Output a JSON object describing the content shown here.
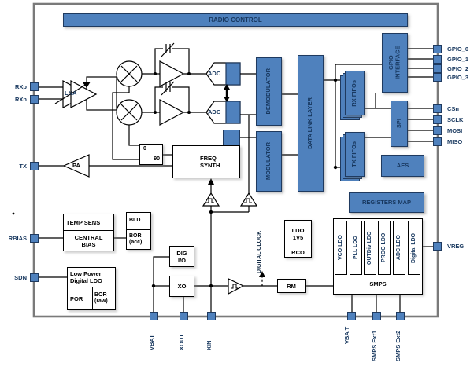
{
  "diagram": {
    "banner": "RADIO CONTROL",
    "radio": {
      "lna": "LNA",
      "pa": "PA",
      "adc1": "ADC",
      "adc2": "ADC",
      "phase_0": "0",
      "phase_90": "90",
      "freq_synth": "FREQ SYNTH",
      "demodulator": "DEMODULATOR",
      "modulator": "MODULATOR"
    },
    "digital": {
      "data_link_layer": "DATA LINK LAYER",
      "rx_fifos": "RX FIFOs",
      "tx_fifos": "TX FIFOs",
      "gpio_interface": "GPIO INTERFACE",
      "spi": "SPI",
      "aes": "AES",
      "registers_map": "REGISTERS MAP",
      "digital_clock": "DIGITAL CLOCK"
    },
    "power": {
      "smps": "SMPS",
      "ldos": [
        "VCO LDO",
        "PLL LDO",
        "OUTDiv LDO",
        "PROG LDO",
        "ADC LDO",
        "Digital LDO"
      ],
      "ldo_1v5": "LDO 1V5",
      "rco": "RCO",
      "rm": "RM",
      "xo": "XO",
      "dig_io": "DIG I/O",
      "temp_sens": "TEMP SENS",
      "central_bias": "CENTRAL BIAS",
      "bld": "BLD",
      "bor_acc": "BOR (acc)",
      "low_power_ldo": "Low Power Digital LDO",
      "por": "POR",
      "bor_raw": "BOR (raw)"
    },
    "pins": {
      "left": [
        {
          "label": "RXp"
        },
        {
          "label": "RXn"
        },
        {
          "label": "TX"
        },
        {
          "label": "RBIAS"
        },
        {
          "label": "SDN"
        }
      ],
      "right": [
        {
          "label": "GPIO_0"
        },
        {
          "label": "GPIO_1"
        },
        {
          "label": "GPIO_2"
        },
        {
          "label": "GPIO_3"
        },
        {
          "label": "CSn"
        },
        {
          "label": "SCLK"
        },
        {
          "label": "MOSI"
        },
        {
          "label": "MISO"
        },
        {
          "label": "VREG"
        }
      ],
      "bottom": [
        {
          "label": "VBAT"
        },
        {
          "label": "XOUT"
        },
        {
          "label": "XIN"
        },
        {
          "label": "VBA T"
        },
        {
          "label": "SMPS Ext1"
        },
        {
          "label": "SMPS Ext2"
        }
      ]
    },
    "colors": {
      "block_blue": "#4f81bd",
      "block_border": "#1f3a5f",
      "chip_border": "#7a7a7a",
      "text_navy": "#17375e"
    }
  }
}
